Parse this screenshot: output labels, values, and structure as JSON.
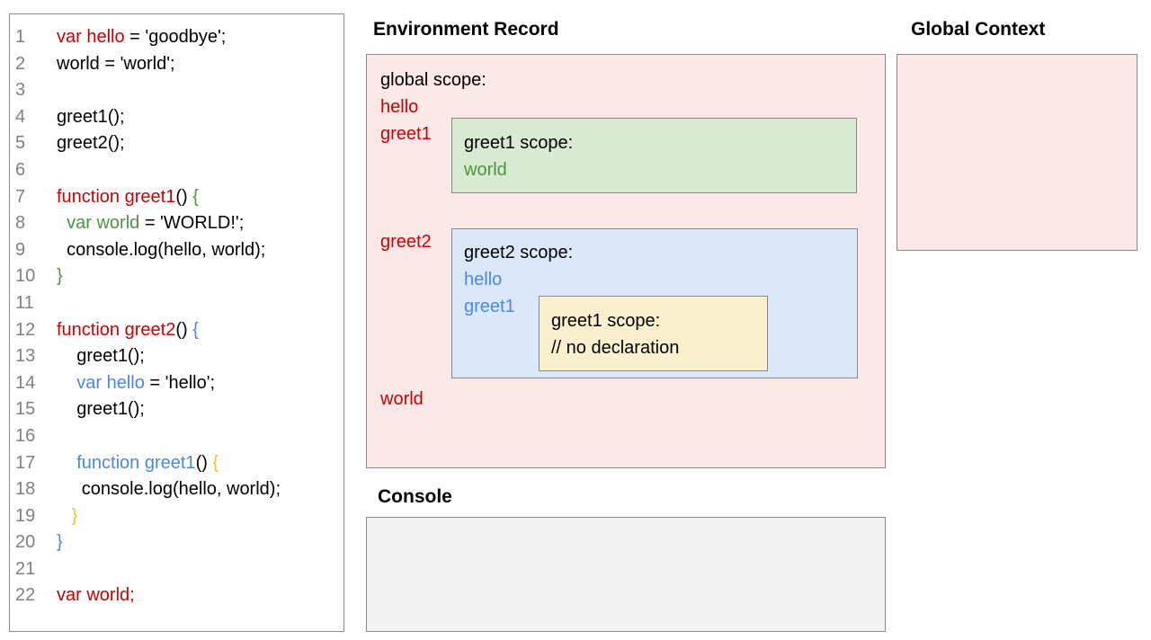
{
  "colors": {
    "red": "#cc0000",
    "green": "#4f9143",
    "blue": "#4a86e8",
    "yellow": "#f1c232",
    "black": "#000000",
    "line_number_gray": "#808080",
    "global_scope_bg": "#fce8e6",
    "greet1_scope_bg": "#d9ead3",
    "greet2_scope_bg": "#dbe8f9",
    "inner_greet1_scope_bg": "#faf0ce",
    "console_bg": "#f1f2f1",
    "box_border": "#888888"
  },
  "code_panel": {
    "lines": [
      {
        "num": "1",
        "segments": [
          {
            "t": "var hello",
            "c": "red"
          },
          {
            "t": " = 'goodbye';",
            "c": "black"
          }
        ]
      },
      {
        "num": "2",
        "segments": [
          {
            "t": "world = 'world';",
            "c": "black"
          }
        ]
      },
      {
        "num": "3",
        "segments": []
      },
      {
        "num": "4",
        "segments": [
          {
            "t": "greet1();",
            "c": "black"
          }
        ]
      },
      {
        "num": "5",
        "segments": [
          {
            "t": "greet2();",
            "c": "black"
          }
        ]
      },
      {
        "num": "6",
        "segments": []
      },
      {
        "num": "7",
        "segments": [
          {
            "t": "function greet1",
            "c": "red"
          },
          {
            "t": "() ",
            "c": "black"
          },
          {
            "t": "{",
            "c": "green"
          }
        ]
      },
      {
        "num": "8",
        "segments": [
          {
            "t": "  ",
            "c": "black"
          },
          {
            "t": "var world",
            "c": "green"
          },
          {
            "t": " = 'WORLD!';",
            "c": "black"
          }
        ]
      },
      {
        "num": "9",
        "segments": [
          {
            "t": "  console.log(hello, world);",
            "c": "black"
          }
        ]
      },
      {
        "num": "10",
        "segments": [
          {
            "t": "}",
            "c": "green"
          }
        ]
      },
      {
        "num": "11",
        "segments": []
      },
      {
        "num": "12",
        "segments": [
          {
            "t": "function greet2",
            "c": "red"
          },
          {
            "t": "() ",
            "c": "black"
          },
          {
            "t": "{",
            "c": "blue"
          }
        ]
      },
      {
        "num": "13",
        "segments": [
          {
            "t": "    greet1();",
            "c": "black"
          }
        ]
      },
      {
        "num": "14",
        "segments": [
          {
            "t": "    ",
            "c": "black"
          },
          {
            "t": "var hello",
            "c": "blue"
          },
          {
            "t": " = 'hello';",
            "c": "black"
          }
        ]
      },
      {
        "num": "15",
        "segments": [
          {
            "t": "    greet1();",
            "c": "black"
          }
        ]
      },
      {
        "num": "16",
        "segments": []
      },
      {
        "num": "17",
        "segments": [
          {
            "t": "    ",
            "c": "black"
          },
          {
            "t": "function greet1",
            "c": "blue"
          },
          {
            "t": "() ",
            "c": "black"
          },
          {
            "t": "{",
            "c": "yellow"
          }
        ]
      },
      {
        "num": "18",
        "segments": [
          {
            "t": "     console.log(hello, world);",
            "c": "black"
          }
        ]
      },
      {
        "num": "19",
        "segments": [
          {
            "t": "   ",
            "c": "black"
          },
          {
            "t": "}",
            "c": "yellow"
          }
        ]
      },
      {
        "num": "20",
        "segments": [
          {
            "t": "}",
            "c": "blue"
          }
        ]
      },
      {
        "num": "21",
        "segments": []
      },
      {
        "num": "22",
        "segments": [
          {
            "t": "var world;",
            "c": "red"
          }
        ]
      }
    ]
  },
  "environment_record": {
    "heading": "Environment Record",
    "global_scope_label": "global scope:",
    "hello_label": "hello",
    "greet1_label": "greet1",
    "greet2_label": "greet2",
    "world_label": "world",
    "greet1_scope": {
      "label": "greet1 scope:",
      "world_label": "world"
    },
    "greet2_scope": {
      "label": "greet2 scope:",
      "hello_label": "hello",
      "greet1_label": "greet1",
      "inner_greet1_scope": {
        "label": "greet1 scope:",
        "comment": "// no declaration"
      }
    }
  },
  "console_panel": {
    "heading": "Console"
  },
  "global_context": {
    "heading": "Global Context"
  }
}
